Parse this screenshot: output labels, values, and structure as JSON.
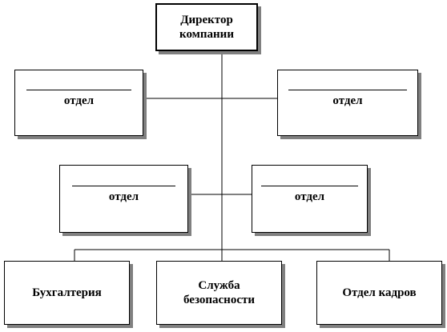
{
  "director": {
    "line1": "Директор",
    "line2": "компании"
  },
  "departments_upper": [
    {
      "label": "отдел"
    },
    {
      "label": "отдел"
    }
  ],
  "departments_middle": [
    {
      "label": "отдел"
    },
    {
      "label": "отдел"
    }
  ],
  "bottom_units": [
    {
      "label": "Бухгалтерия"
    },
    {
      "line1": "Служба",
      "line2": "безопасности"
    },
    {
      "label": "Отдел кадров"
    }
  ]
}
